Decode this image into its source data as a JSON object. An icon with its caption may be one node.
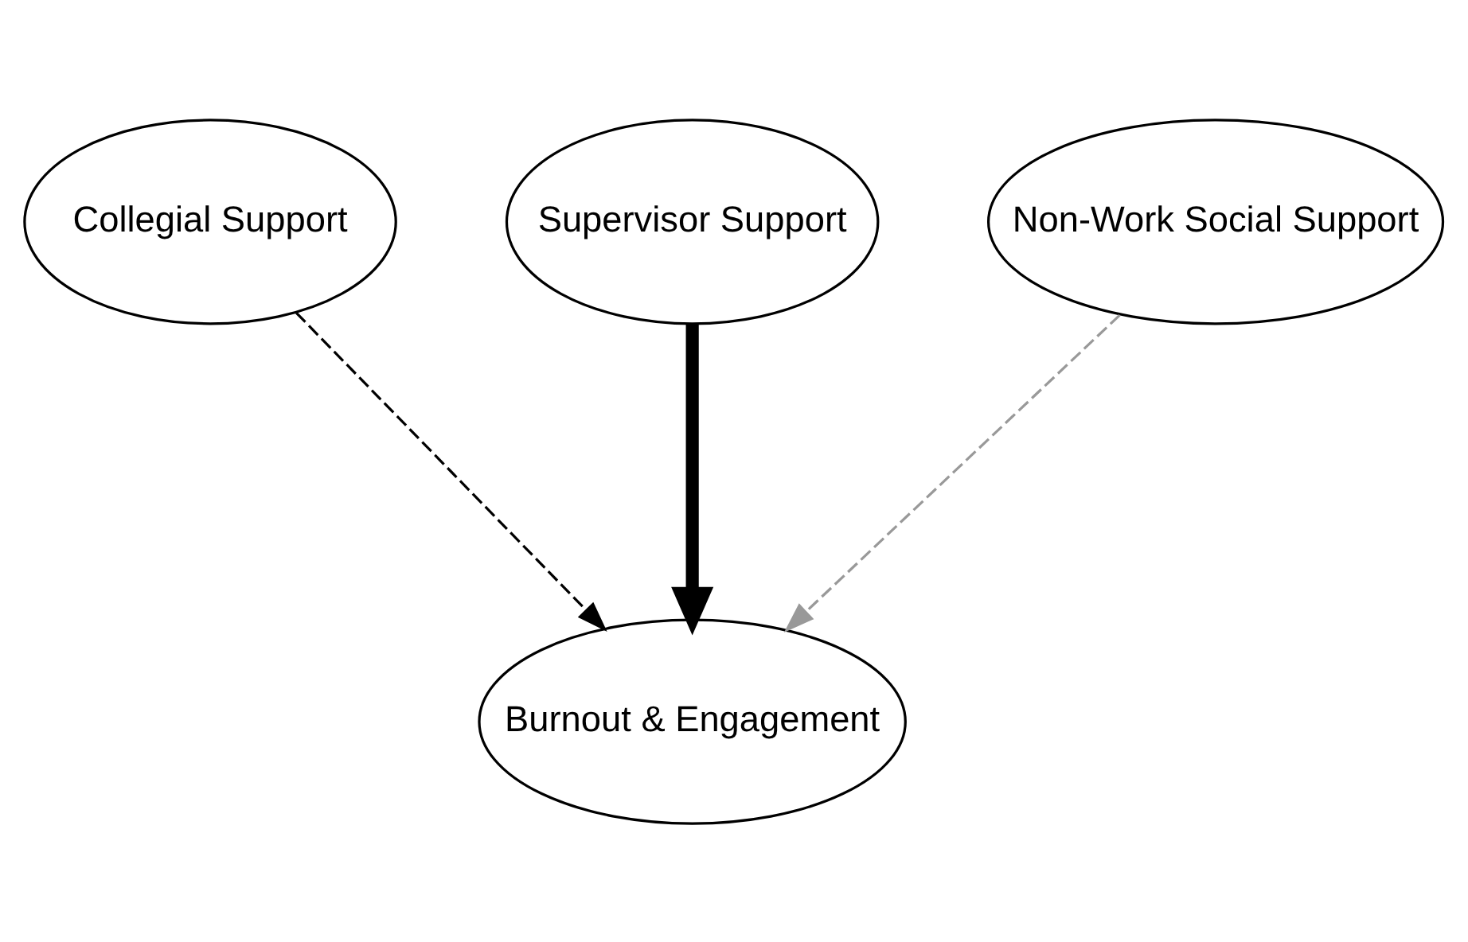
{
  "diagram": {
    "nodes": [
      {
        "text": [
          "Collegial Support"
        ]
      },
      {
        "text": [
          "Supervisor Support"
        ]
      },
      {
        "text": [
          "Non-Work Social Support"
        ]
      },
      {
        "text": [
          "Burnout & Engagement"
        ]
      }
    ],
    "edges": [
      {
        "from": 0,
        "to": 3,
        "arrow": "to",
        "style": "dashed"
      },
      {
        "from": 1,
        "to": 3,
        "arrow": "to",
        "style": "thick"
      },
      {
        "from": 2,
        "to": 3,
        "arrow": "to",
        "style": "dashed",
        "color": "#999999"
      }
    ]
  }
}
